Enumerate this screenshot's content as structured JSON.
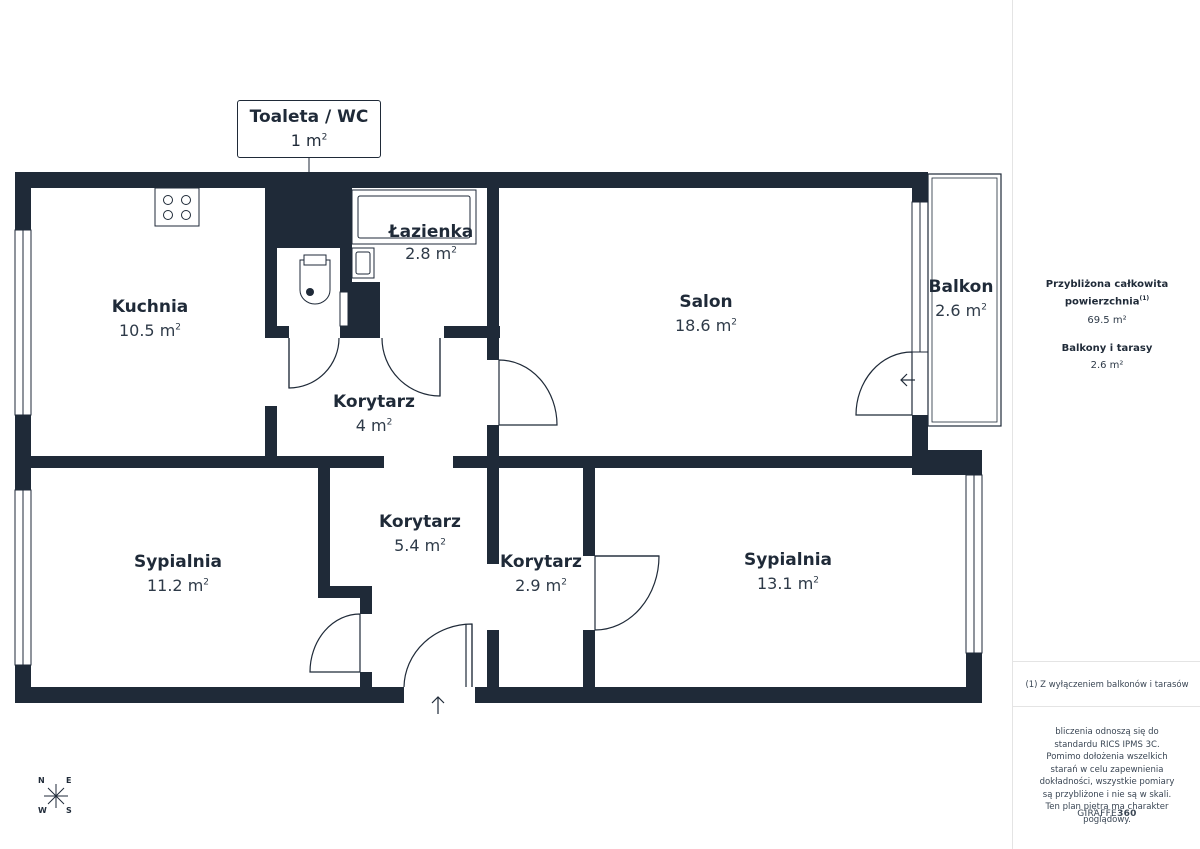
{
  "rooms": {
    "toaleta": {
      "name": "Toaleta / WC",
      "area": "1 m",
      "unit_sup": "2"
    },
    "lazienka": {
      "name": "Łazienka",
      "area": "2.8 m",
      "unit_sup": "2"
    },
    "kuchnia": {
      "name": "Kuchnia",
      "area": "10.5 m",
      "unit_sup": "2"
    },
    "salon": {
      "name": "Salon",
      "area": "18.6 m",
      "unit_sup": "2"
    },
    "balkon": {
      "name": "Balkon",
      "area": "2.6 m",
      "unit_sup": "2"
    },
    "korytarz1": {
      "name": "Korytarz",
      "area": "4 m",
      "unit_sup": "2"
    },
    "korytarz2": {
      "name": "Korytarz",
      "area": "5.4 m",
      "unit_sup": "2"
    },
    "korytarz3": {
      "name": "Korytarz",
      "area": "2.9 m",
      "unit_sup": "2"
    },
    "sypialnia1": {
      "name": "Sypialnia",
      "area": "11.2 m",
      "unit_sup": "2"
    },
    "sypialnia2": {
      "name": "Sypialnia",
      "area": "13.1 m",
      "unit_sup": "2"
    }
  },
  "summary": {
    "total_label": "Przybliżona całkowita powierzchnia",
    "total_footnote_mark": "(1)",
    "total_value": "69.5 m²",
    "balcony_label": "Balkony i tarasy",
    "balcony_value": "2.6 m²",
    "footnote": "(1) Z wyłączeniem balkonów i tarasów",
    "disclaimer": "bliczenia odnoszą się do standardu RICS IPMS 3C. Pomimo dołożenia wszelkich starań w celu zapewnienia dokładności, wszystkie pomiary są przybliżone i nie są w skali. Ten plan piętra ma charakter poglądowy.",
    "brand_prefix": "GIRAFFE",
    "brand_suffix": "360"
  },
  "compass": {
    "n": "N",
    "e": "E",
    "w": "W",
    "s": "S"
  },
  "colors": {
    "wall": "#1f2a38",
    "text": "#1f2a38",
    "line": "#e4e4e4"
  }
}
